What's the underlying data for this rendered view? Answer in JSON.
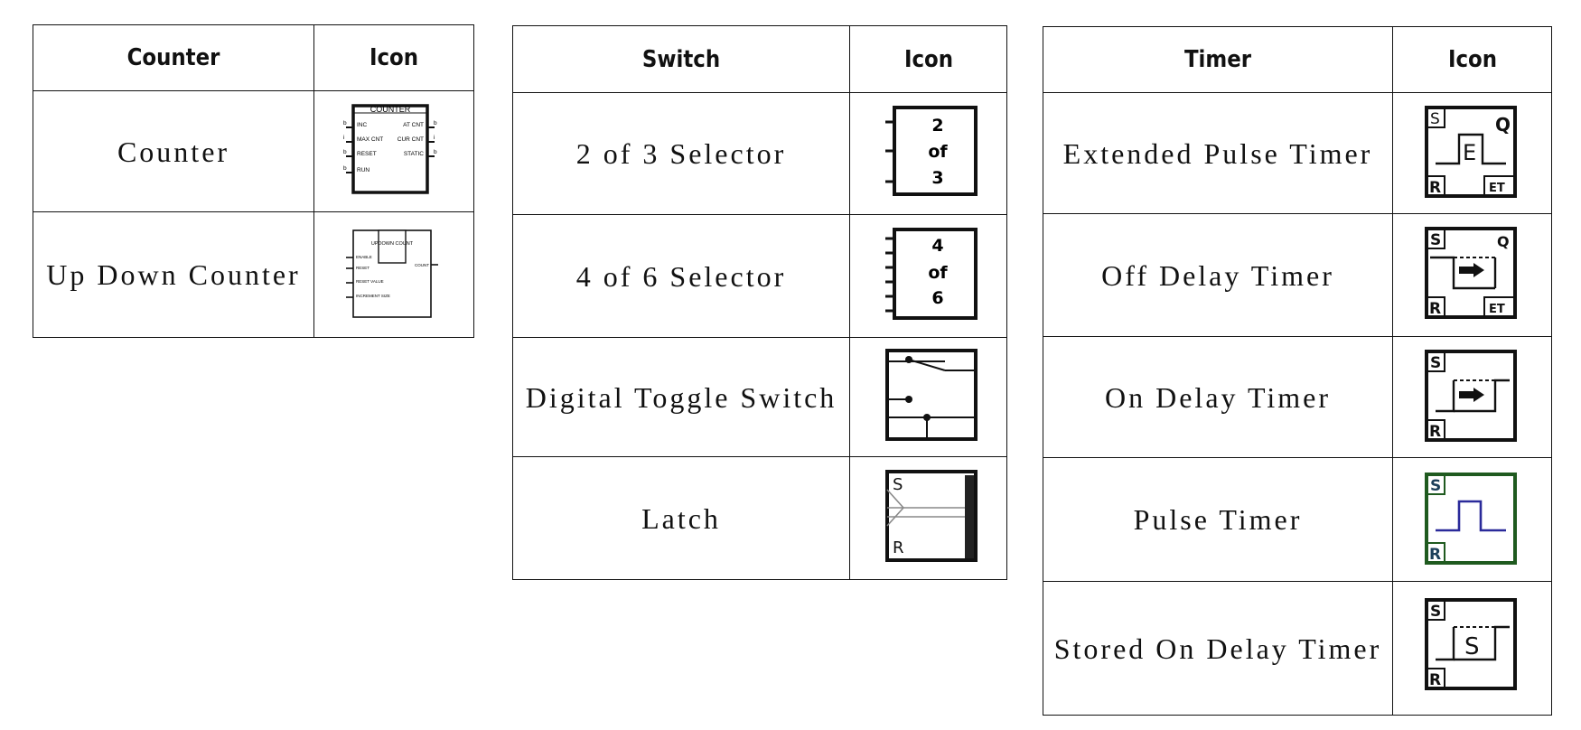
{
  "counter_table": {
    "headers": {
      "name": "Counter",
      "icon": "Icon"
    },
    "rows": [
      {
        "label": "Counter",
        "icon": "counter-block-icon",
        "icon_text": {
          "title": "COUNTER",
          "l1": "INC",
          "l2": "MAX CNT",
          "l3": "RESET",
          "l4": "RUN",
          "r1": "AT CNT",
          "r2": "CUR CNT",
          "r3": "STATIC",
          "t1": "b",
          "t2": "i",
          "t3": "b",
          "t4": "b",
          "t5": "b",
          "t6": "i",
          "t7": "b"
        }
      },
      {
        "label": "Up Down Counter",
        "icon": "up-down-counter-block-icon",
        "icon_text": {
          "box": "UPDOWN COUNT",
          "l1": "ENABLE",
          "l2": "RESET",
          "l3": "RESET VALUE",
          "l4": "INCREMENT SIZE",
          "r1": "COUNT"
        }
      }
    ]
  },
  "switch_table": {
    "headers": {
      "name": "Switch",
      "icon": "Icon"
    },
    "rows": [
      {
        "label": "2 of 3 Selector",
        "icon": "two-of-three-selector-icon",
        "icon_text": {
          "a": "2",
          "b": "of",
          "c": "3"
        }
      },
      {
        "label": "4 of 6 Selector",
        "icon": "four-of-six-selector-icon",
        "icon_text": {
          "a": "4",
          "b": "of",
          "c": "6"
        }
      },
      {
        "label": "Digital Toggle Switch",
        "icon": "toggle-switch-icon"
      },
      {
        "label": "Latch",
        "icon": "latch-icon",
        "icon_text": {
          "s": "S",
          "r": "R"
        }
      }
    ]
  },
  "timer_table": {
    "headers": {
      "name": "Timer",
      "icon": "Icon"
    },
    "rows": [
      {
        "label": "Extended Pulse Timer",
        "icon": "extended-pulse-timer-icon",
        "icon_text": {
          "s": "S",
          "q": "Q",
          "r": "R",
          "et": "ET",
          "mid": "E"
        }
      },
      {
        "label": "Off Delay Timer",
        "icon": "off-delay-timer-icon",
        "icon_text": {
          "s": "S",
          "q": "Q",
          "r": "R",
          "et": "ET"
        }
      },
      {
        "label": "On Delay Timer",
        "icon": "on-delay-timer-icon",
        "icon_text": {
          "s": "S",
          "r": "R"
        }
      },
      {
        "label": "Pulse Timer",
        "icon": "pulse-timer-icon",
        "icon_text": {
          "s": "S",
          "r": "R"
        }
      },
      {
        "label": "Stored On Delay Timer",
        "icon": "stored-on-delay-timer-icon",
        "icon_text": {
          "s": "S",
          "r": "R",
          "mid": "S"
        }
      }
    ]
  },
  "colors": {
    "line": "#111111",
    "pulse_border": "#1f5a1f",
    "pulse_wave": "#2a2a9a"
  }
}
